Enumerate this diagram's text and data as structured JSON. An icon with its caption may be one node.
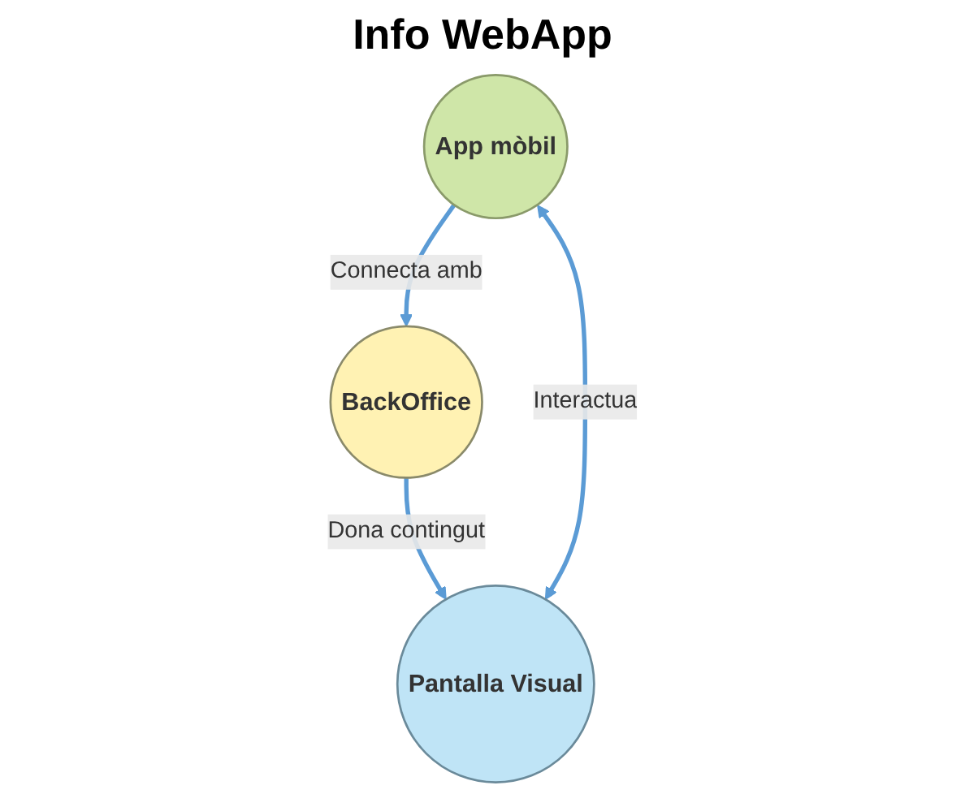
{
  "diagram": {
    "title": "Info WebApp",
    "nodes": [
      {
        "text": [
          "BackOffice"
        ]
      },
      {
        "text": [
          "App mòbil"
        ]
      },
      {
        "text": [
          "Pantalla Visual"
        ]
      }
    ],
    "edges": [
      {
        "from": 1,
        "to": 0,
        "arrow": "to",
        "label": "Connecta amb"
      },
      {
        "from": 0,
        "to": 2,
        "arrow": "to",
        "label": "Dona contingut"
      },
      {
        "from": 1,
        "to": 2,
        "arrow": "both",
        "label": "Interactua"
      }
    ]
  }
}
